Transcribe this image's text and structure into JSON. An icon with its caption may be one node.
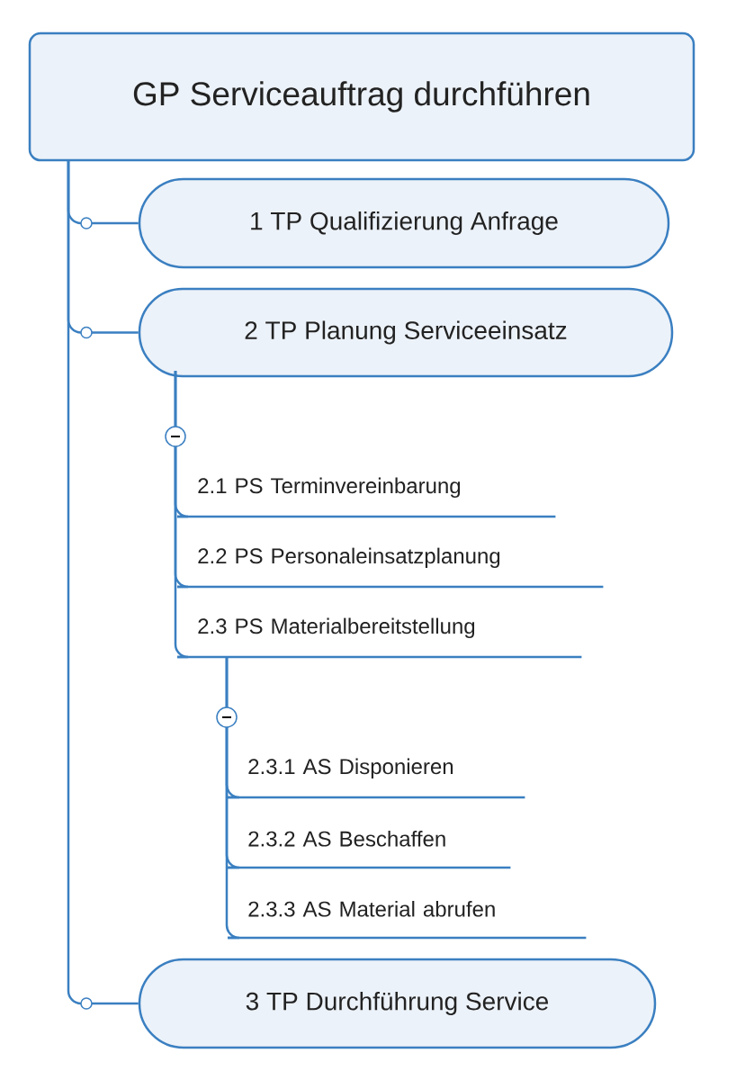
{
  "diagram": {
    "nodes": [
      {
        "text": [
          "GP Serviceauftrag durchführen"
        ]
      },
      {
        "text": [
          "1 TP Qualifizierung Anfrage"
        ]
      },
      {
        "text": [
          "2 TP Planung Serviceeinsatz"
        ]
      },
      {
        "text": [
          "2.1 PS Terminvereinbarung"
        ]
      },
      {
        "text": [
          "2.2 PS Personaleinsatzplanung"
        ]
      },
      {
        "text": [
          "2.3 PS Materialbereitstellung"
        ]
      },
      {
        "text": [
          "2.3.1 AS Disponieren"
        ]
      },
      {
        "text": [
          "2.3.2 AS Beschaffen"
        ]
      },
      {
        "text": [
          "2.3.3 AS Material abrufen"
        ]
      },
      {
        "text": [
          "3 TP Durchführung Service"
        ]
      }
    ],
    "edges": [
      {
        "from": 0,
        "to": 1,
        "arrow": "none"
      },
      {
        "from": 0,
        "to": 2,
        "arrow": "none"
      },
      {
        "from": 2,
        "to": 3,
        "arrow": "none"
      },
      {
        "from": 2,
        "to": 4,
        "arrow": "none"
      },
      {
        "from": 2,
        "to": 5,
        "arrow": "none"
      },
      {
        "from": 5,
        "to": 6,
        "arrow": "none"
      },
      {
        "from": 5,
        "to": 7,
        "arrow": "none"
      },
      {
        "from": 5,
        "to": 8,
        "arrow": "none"
      },
      {
        "from": 0,
        "to": 9,
        "arrow": "none"
      }
    ]
  }
}
